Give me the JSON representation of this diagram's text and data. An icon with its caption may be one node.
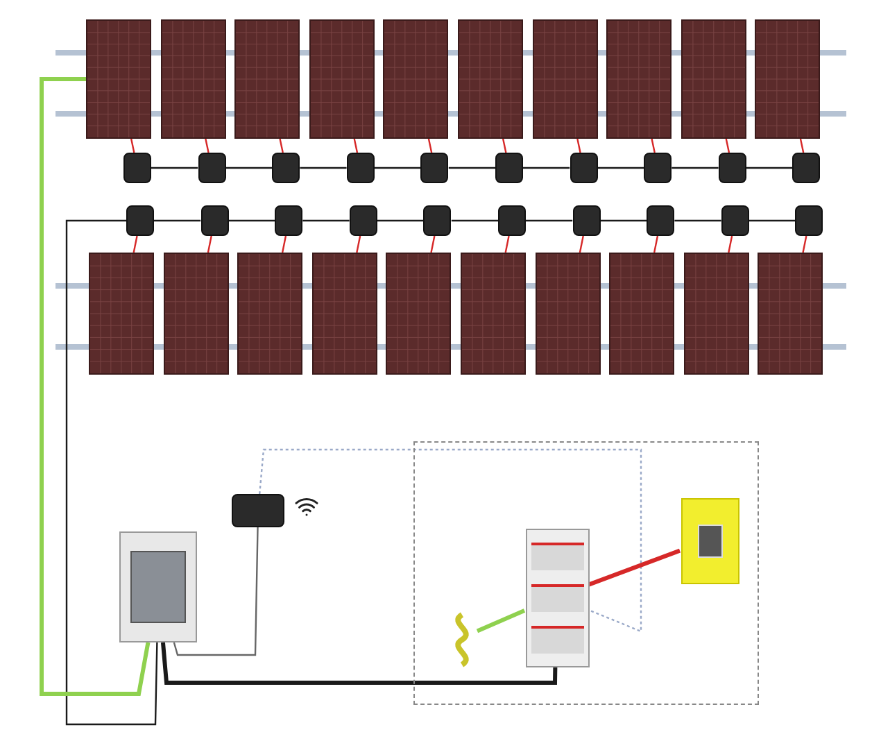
{
  "diagram": {
    "nodes": [
      {
        "text": [],
        "shape": "panel"
      },
      {
        "text": [],
        "shape": "panel"
      },
      {
        "text": [],
        "shape": "panel"
      },
      {
        "text": [],
        "shape": "panel"
      },
      {
        "text": [],
        "shape": "panel"
      },
      {
        "text": [],
        "shape": "panel"
      },
      {
        "text": [],
        "shape": "panel"
      },
      {
        "text": [],
        "shape": "panel"
      },
      {
        "text": [],
        "shape": "panel"
      },
      {
        "text": [],
        "shape": "panel"
      },
      {
        "text": [],
        "shape": "panel"
      },
      {
        "text": [],
        "shape": "panel"
      },
      {
        "text": [],
        "shape": "panel"
      },
      {
        "text": [],
        "shape": "panel"
      },
      {
        "text": [],
        "shape": "panel"
      },
      {
        "text": [],
        "shape": "panel"
      },
      {
        "text": [],
        "shape": "panel"
      },
      {
        "text": [],
        "shape": "panel"
      },
      {
        "text": [],
        "shape": "panel"
      },
      {
        "text": [],
        "shape": "panel"
      },
      {
        "text": [],
        "shape": "box"
      },
      {
        "text": [],
        "shape": "box"
      },
      {
        "text": [],
        "shape": "box"
      },
      {
        "text": [],
        "shape": "box"
      },
      {
        "text": [],
        "shape": "box"
      },
      {
        "text": [],
        "shape": "box"
      },
      {
        "text": [],
        "shape": "box"
      },
      {
        "text": [],
        "shape": "box"
      },
      {
        "text": [],
        "shape": "box"
      },
      {
        "text": [],
        "shape": "box"
      },
      {
        "text": [],
        "shape": "box"
      },
      {
        "text": [],
        "shape": "box"
      },
      {
        "text": [],
        "shape": "box"
      },
      {
        "text": [],
        "shape": "box"
      },
      {
        "text": [],
        "shape": "box"
      },
      {
        "text": [],
        "shape": "box"
      },
      {
        "text": [],
        "shape": "box"
      },
      {
        "text": [],
        "shape": "box"
      },
      {
        "text": [],
        "shape": "box"
      },
      {
        "text": [],
        "shape": "box"
      },
      {
        "text": [],
        "shape": "cabinet"
      },
      {
        "text": [],
        "shape": "box"
      },
      {
        "text": [],
        "shape": "frame"
      },
      {
        "text": [],
        "shape": "breaker",
        "in": 42
      },
      {
        "text": [],
        "shape": "board",
        "in": 42
      },
      {
        "text": [],
        "shape": "rod",
        "in": 42
      }
    ],
    "edges": [
      {
        "from": 0,
        "to": 20,
        "arrow": "none"
      },
      {
        "from": 1,
        "to": 21,
        "arrow": "none"
      },
      {
        "from": 2,
        "to": 22,
        "arrow": "none"
      },
      {
        "from": 3,
        "to": 23,
        "arrow": "none"
      },
      {
        "from": 4,
        "to": 24,
        "arrow": "none"
      },
      {
        "from": 5,
        "to": 25,
        "arrow": "none"
      },
      {
        "from": 6,
        "to": 26,
        "arrow": "none"
      },
      {
        "from": 7,
        "to": 27,
        "arrow": "none"
      },
      {
        "from": 8,
        "to": 28,
        "arrow": "none"
      },
      {
        "from": 9,
        "to": 29,
        "arrow": "none"
      },
      {
        "from": 10,
        "to": 30,
        "arrow": "none"
      },
      {
        "from": 11,
        "to": 31,
        "arrow": "none"
      },
      {
        "from": 12,
        "to": 32,
        "arrow": "none"
      },
      {
        "from": 13,
        "to": 33,
        "arrow": "none"
      },
      {
        "from": 14,
        "to": 34,
        "arrow": "none"
      },
      {
        "from": 15,
        "to": 35,
        "arrow": "none"
      },
      {
        "from": 16,
        "to": 36,
        "arrow": "none"
      },
      {
        "from": 17,
        "to": 37,
        "arrow": "none"
      },
      {
        "from": 18,
        "to": 38,
        "arrow": "none"
      },
      {
        "from": 19,
        "to": 39,
        "arrow": "none"
      },
      {
        "from": 20,
        "to": 21,
        "arrow": "none",
        "color": "#1a1a1a"
      },
      {
        "from": 21,
        "to": 22,
        "arrow": "none",
        "color": "#1a1a1a"
      },
      {
        "from": 22,
        "to": 23,
        "arrow": "none",
        "color": "#1a1a1a"
      },
      {
        "from": 23,
        "to": 24,
        "arrow": "none",
        "color": "#1a1a1a"
      },
      {
        "from": 24,
        "to": 25,
        "arrow": "none",
        "color": "#1a1a1a"
      },
      {
        "from": 25,
        "to": 26,
        "arrow": "none",
        "color": "#1a1a1a"
      },
      {
        "from": 26,
        "to": 27,
        "arrow": "none",
        "color": "#1a1a1a"
      },
      {
        "from": 27,
        "to": 28,
        "arrow": "none",
        "color": "#1a1a1a"
      },
      {
        "from": 28,
        "to": 29,
        "arrow": "none",
        "color": "#1a1a1a"
      },
      {
        "from": 30,
        "to": 31,
        "arrow": "none",
        "color": "#1a1a1a"
      },
      {
        "from": 31,
        "to": 32,
        "arrow": "none",
        "color": "#1a1a1a"
      },
      {
        "from": 32,
        "to": 33,
        "arrow": "none",
        "color": "#1a1a1a"
      },
      {
        "from": 33,
        "to": 34,
        "arrow": "none",
        "color": "#1a1a1a"
      },
      {
        "from": 34,
        "to": 35,
        "arrow": "none",
        "color": "#1a1a1a"
      },
      {
        "from": 35,
        "to": 36,
        "arrow": "none",
        "color": "#1a1a1a"
      },
      {
        "from": 36,
        "to": 37,
        "arrow": "none",
        "color": "#1a1a1a"
      },
      {
        "from": 37,
        "to": 38,
        "arrow": "none",
        "color": "#1a1a1a"
      },
      {
        "from": 38,
        "to": 39,
        "arrow": "none",
        "color": "#1a1a1a"
      },
      {
        "from": 30,
        "to": 40,
        "arrow": "none",
        "color": "#1a1a1a"
      },
      {
        "from": 0,
        "to": 40,
        "arrow": "none",
        "style": "thick",
        "color": "#8fd14f"
      },
      {
        "from": 41,
        "to": 40,
        "arrow": "none",
        "color": "#666666"
      },
      {
        "from": 40,
        "to": 43,
        "arrow": "none",
        "style": "thick",
        "color": "#1a1a1a"
      },
      {
        "from": 41,
        "to": 43,
        "arrow": "none",
        "style": "dashed",
        "color": "#9aa9c8"
      },
      {
        "from": 45,
        "to": 43,
        "arrow": "none",
        "style": "thick",
        "color": "#8fd14f"
      },
      {
        "from": 43,
        "to": 44,
        "arrow": "none",
        "style": "thick"
      }
    ]
  }
}
